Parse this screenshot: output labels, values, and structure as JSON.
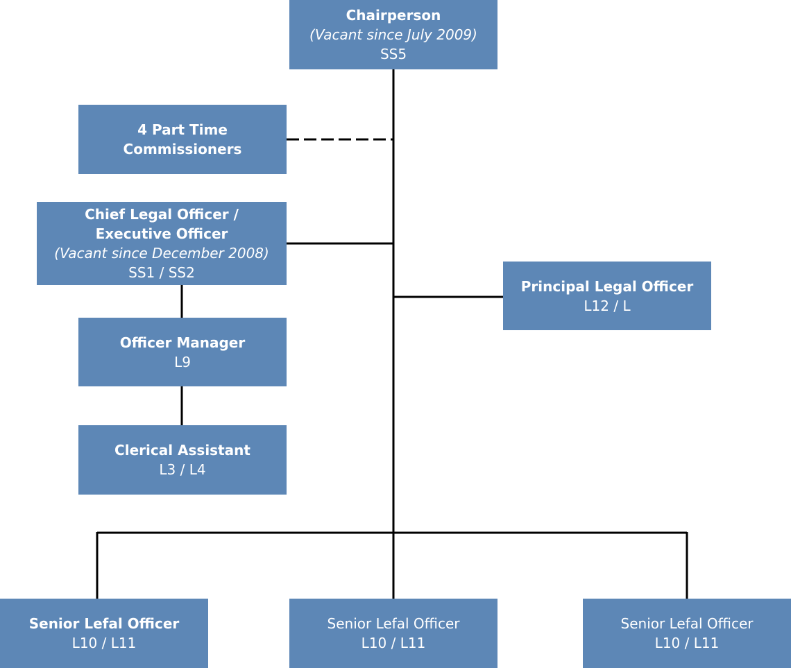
{
  "chart": {
    "chairperson": {
      "title": "Chairperson",
      "note": "(Vacant since July 2009)",
      "grade": "SS5"
    },
    "commissioners": {
      "line1": "4 Part Time",
      "line2": "Commissioners"
    },
    "chief_legal": {
      "line1": "Chief Legal Officer /",
      "line2": "Executive Officer",
      "note": "(Vacant since December 2008)",
      "grade": "SS1 / SS2"
    },
    "officer_manager": {
      "title": "Officer Manager",
      "grade": "L9"
    },
    "clerical": {
      "title": "Clerical Assistant",
      "grade": "L3 / L4"
    },
    "principal_legal": {
      "title": "Principal Legal Officer",
      "grade": "L12 / L"
    },
    "senior_1": {
      "title": "Senior Lefal Officer",
      "grade": "L10 / L11"
    },
    "senior_2": {
      "title": "Senior Lefal Officer",
      "grade": "L10 / L11"
    },
    "senior_3": {
      "title": "Senior Lefal Officer",
      "grade": "L10 / L11"
    }
  },
  "colors": {
    "box_fill": "#5d87b6",
    "box_text": "#ffffff",
    "line": "#000000"
  }
}
